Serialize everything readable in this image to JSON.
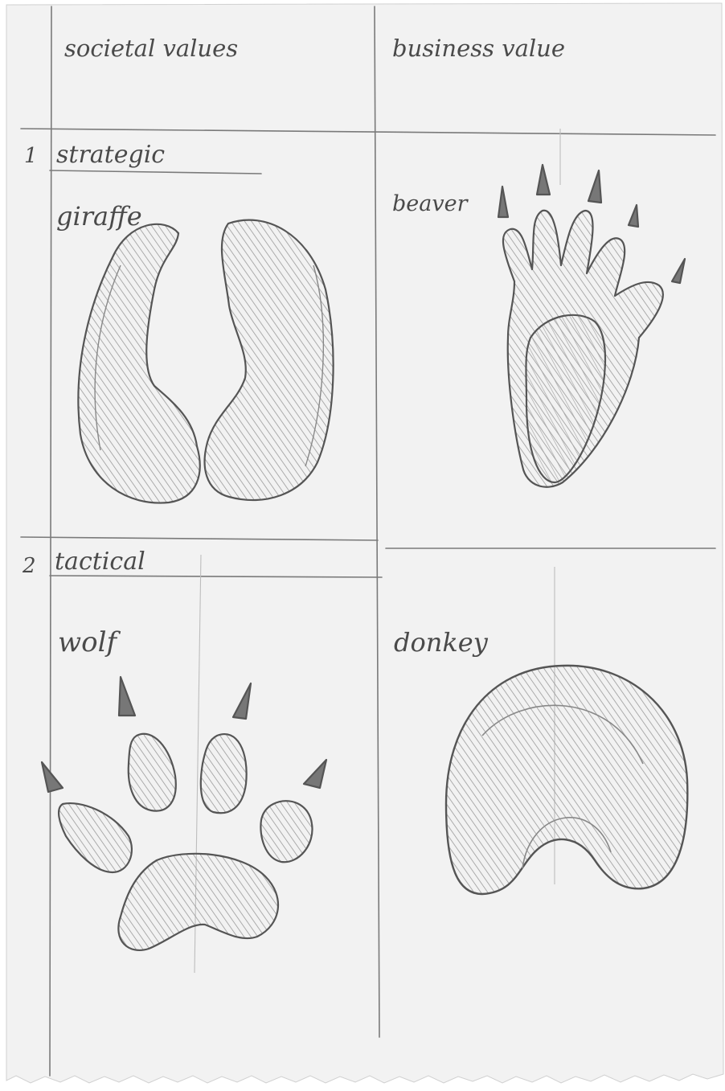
{
  "columns": {
    "societal": "societal values",
    "business": "business value"
  },
  "rows": [
    {
      "number": "1",
      "label": "strategic"
    },
    {
      "number": "2",
      "label": "tactical"
    }
  ],
  "animals": {
    "giraffe": "giraffe",
    "beaver": "beaver",
    "wolf": "wolf",
    "donkey": "donkey"
  },
  "colors": {
    "paper": "#f2f2f2",
    "pencil": "#555555",
    "hatch": "#9a9a9a",
    "faint_line": "#b8b8b8"
  }
}
